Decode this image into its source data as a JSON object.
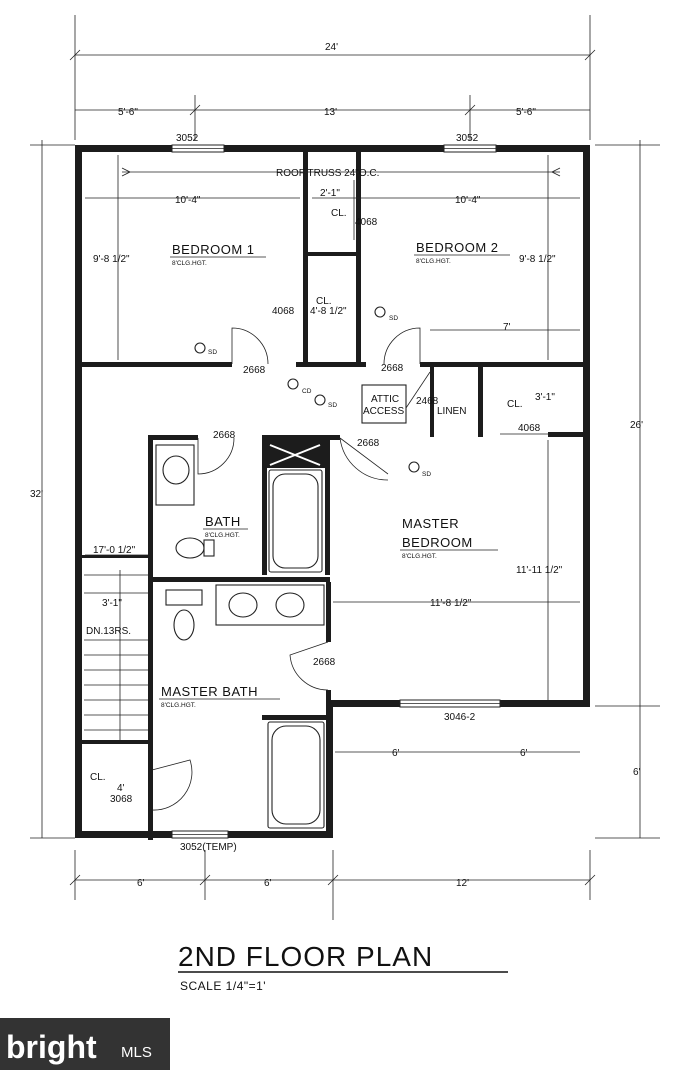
{
  "dimensions": {
    "overall_width": "24'",
    "top_left": "5'-6\"",
    "top_mid": "13'",
    "top_right": "5'-6\"",
    "left_overall": "32'",
    "right_upper": "26'",
    "right_lower": "6'",
    "bottom_a": "6'",
    "bottom_b": "6'",
    "bottom_c": "12'",
    "bed1_width": "10'-4\"",
    "bed1_depth": "9'-8 1/2\"",
    "bed2_width": "10'-4\"",
    "bed2_depth": "9'-8 1/2\"",
    "cl_top_width": "2'-1\"",
    "cl_hall_depth": "4'-8 1/2\"",
    "bed2_inner": "7'",
    "cl_right_width": "3'-1\"",
    "master_width": "11'-8 1/2\"",
    "master_depth": "11'-11 1/2\"",
    "stair_dim_a": "17'-0 1/2\"",
    "stair_dim_b": "3'-1\"",
    "deck_a": "6'",
    "deck_b": "6'",
    "cl_bottom": "4'"
  },
  "windows": {
    "w_top_left": "3052",
    "w_top_right": "3052",
    "w_master": "3046-2",
    "w_bottom": "3052(TEMP)"
  },
  "doors": {
    "d_bed1": "2668",
    "d_bed2": "2668",
    "d_bath_hall": "2668",
    "d_master_hall": "2668",
    "d_master_bath": "2668",
    "d_linen": "2468",
    "d_cl_top": "4068",
    "d_cl_hall": "4068",
    "d_cl_master": "4068",
    "d_cl_bottom": "3068"
  },
  "notes": {
    "roof_truss": "ROOF TRUSS 24\"O.C.",
    "cl": "CL.",
    "linen": "LINEN",
    "attic": "ATTIC",
    "access": "ACCESS",
    "stairs": "DN.13RS.",
    "sd": "SD",
    "cd": "CD"
  },
  "rooms": {
    "bedroom1": "BEDROOM 1",
    "bedroom2": "BEDROOM 2",
    "bath": "BATH",
    "master_line1": "MASTER",
    "master_line2": "BEDROOM",
    "master_bath": "MASTER BATH",
    "ceiling": "8'CLG.HGT."
  },
  "title": "2ND FLOOR PLAN",
  "scale": "SCALE 1/4\"=1'",
  "watermark": {
    "brand": "bright",
    "suffix": "MLS"
  }
}
